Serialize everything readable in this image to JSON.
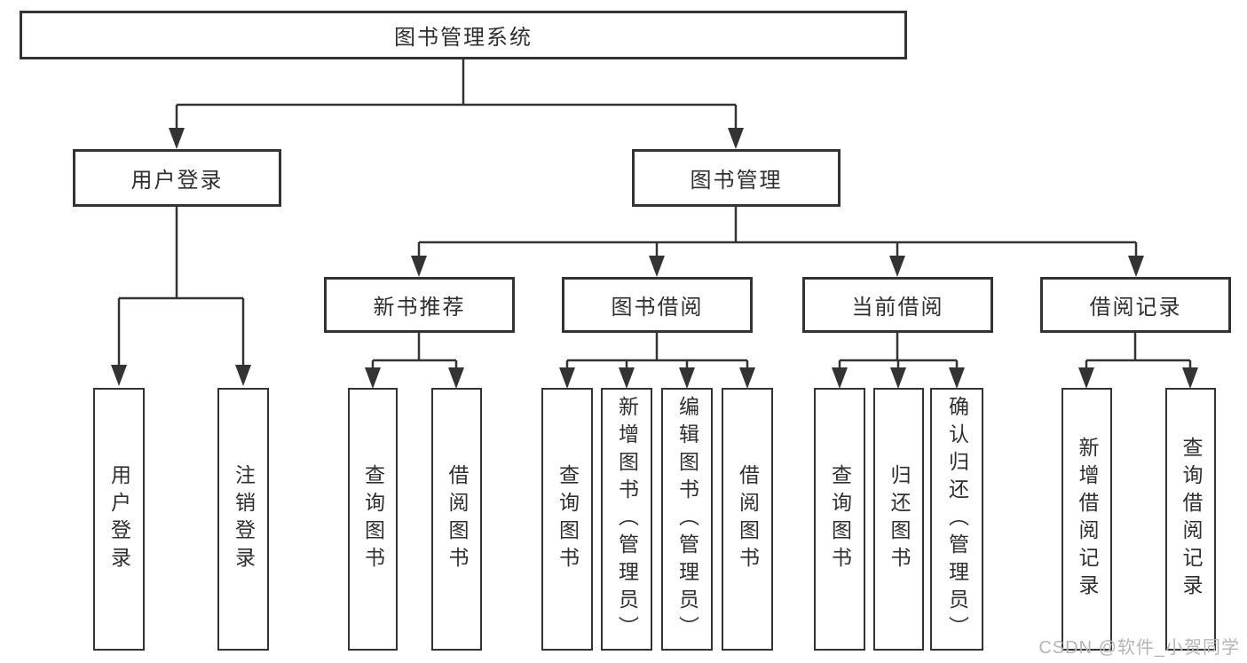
{
  "tree": {
    "root": {
      "label": "图书管理系统"
    },
    "branches": [
      {
        "label": "用户登录",
        "children": [
          {
            "label": "用户登录"
          },
          {
            "label": "注销登录"
          }
        ]
      },
      {
        "label": "图书管理",
        "sections": [
          {
            "label": "新书推荐",
            "children": [
              {
                "label": "查询图书"
              },
              {
                "label": "借阅图书"
              }
            ]
          },
          {
            "label": "图书借阅",
            "children": [
              {
                "label": "查询图书"
              },
              {
                "label": "新增图书（管理员）"
              },
              {
                "label": "编辑图书（管理员）"
              },
              {
                "label": "借阅图书"
              }
            ]
          },
          {
            "label": "当前借阅",
            "children": [
              {
                "label": "查询图书"
              },
              {
                "label": "归还图书"
              },
              {
                "label": "确认归还（管理员）"
              }
            ]
          },
          {
            "label": "借阅记录",
            "children": [
              {
                "label": "新增借阅记录"
              },
              {
                "label": "查询借阅记录"
              }
            ]
          }
        ]
      }
    ]
  },
  "watermark": {
    "text": "CSDN @软件_小贺同学"
  },
  "colors": {
    "line": "#333333",
    "text": "#2f2f2f",
    "watermark": "#b5b5b5",
    "background": "#ffffff"
  }
}
